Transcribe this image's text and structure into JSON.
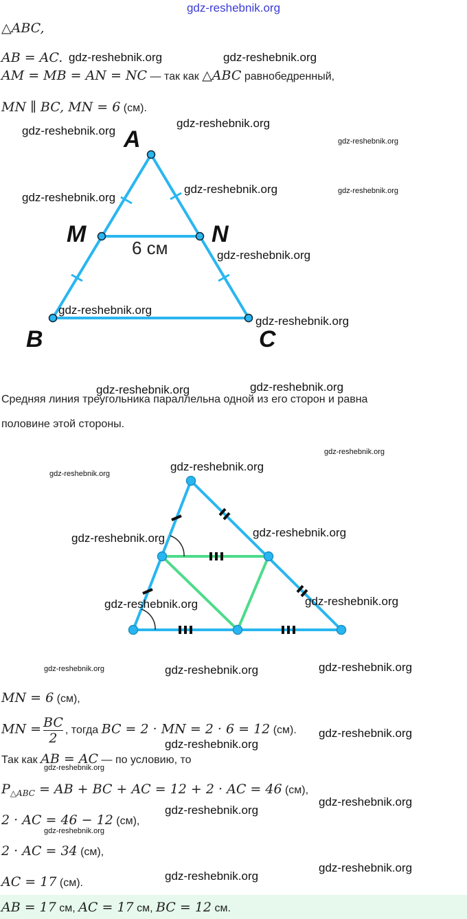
{
  "watermark": "gdz-reshebnik.org",
  "header_watermark": "gdz-reshebnik.org",
  "given": {
    "l1": "△ABC,",
    "l2": "AB = AC.",
    "l3_math": "AM = MB = AN = NC",
    "l3_text1": " — так как ",
    "l3_math2": "△ABC",
    "l3_text2": " равнобедренный,",
    "l4_math": "MN ∥ BC, MN = 6",
    "l4_text": " (см)."
  },
  "figure1": {
    "labels": {
      "a": "A",
      "m": "M",
      "n": "N",
      "b": "B",
      "c": "C"
    },
    "mn_length": "6 см",
    "colors": {
      "line": "#29b6f0",
      "point": "#29b6f0",
      "text": "#111111"
    }
  },
  "theorem": {
    "line1": "Средняя линия треугольника параллельна одной из его сторон и равна",
    "line2": "половине этой стороны."
  },
  "figure2": {
    "colors": {
      "sides": "#29b6f0",
      "midline": "#4ddb8a",
      "ticks": "#111111"
    }
  },
  "solution": {
    "s1_math": "MN = 6",
    "s1_text": " (см),",
    "s2_math1": "MN =",
    "s2_num": "BC",
    "s2_den": "2",
    "s2_text1": ", тогда ",
    "s2_math2": "BC = 2 · MN = 2 · 6 = 12",
    "s2_text2": " (см).",
    "s3_text1": "Так как ",
    "s3_math": "AB = AC",
    "s3_text2": " — по условию, то",
    "s4_math1": "P",
    "s4_sub": "△ABC",
    "s4_math2": " = AB + BC + AC = 12 + 2 · AC = 46",
    "s4_text": " (см),",
    "s5_math": "2 · AC = 46 − 12",
    "s5_text": " (см),",
    "s6_math": "2 · AC = 34",
    "s6_text": " (см),",
    "s7_math": "AC = 17",
    "s7_text": " (см).",
    "answer": {
      "m1": "AB = 17",
      "t1": " см, ",
      "m2": "AC = 17",
      "t2": " см, ",
      "m3": "BC = 12",
      "t3": " см.",
      "bg": "#e6f9ec"
    }
  }
}
